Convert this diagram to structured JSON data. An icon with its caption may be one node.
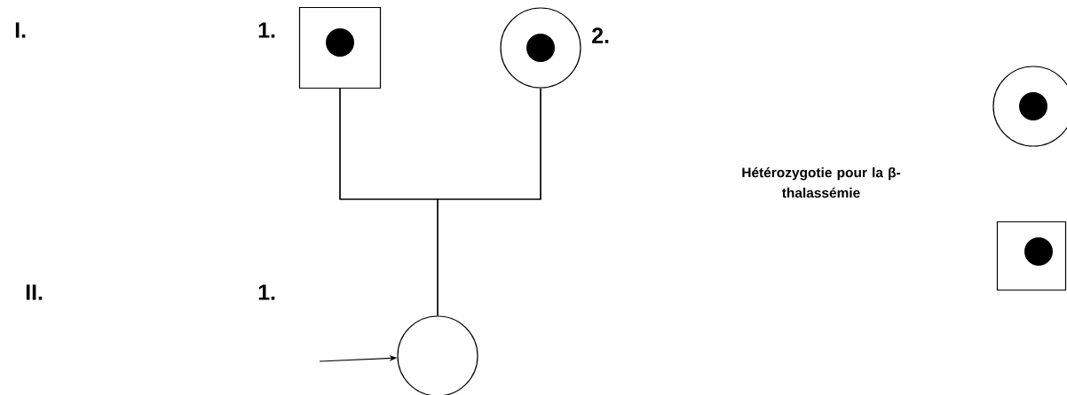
{
  "diagram": {
    "nodes": [
      {
        "text": [],
        "shape": "box",
        "beside": [
          "1."
        ]
      },
      {
        "text": [],
        "shape": "dot",
        "in": 0
      },
      {
        "text": [],
        "shape": "circle",
        "beside": [
          "2."
        ]
      },
      {
        "text": [],
        "shape": "dot",
        "in": 2
      },
      {
        "text": [],
        "shape": "circle"
      },
      {
        "text": [],
        "shape": "circle"
      },
      {
        "text": [],
        "shape": "dot",
        "in": 5
      },
      {
        "text": [],
        "shape": "box"
      },
      {
        "text": [],
        "shape": "dot",
        "in": 7
      }
    ],
    "edges": [
      {
        "from": 0,
        "to": 2,
        "arrow": "none"
      },
      {
        "from": 0,
        "to": 4,
        "arrow": "none"
      },
      {
        "from": 2,
        "to": 4,
        "arrow": "none"
      },
      {
        "from": null,
        "to": 4,
        "arrow": "to"
      }
    ],
    "labels": [
      "I.",
      "II.",
      "1."
    ],
    "legend": [
      {
        "text": "Hétérozygotie pour la β-thalassémie"
      }
    ]
  }
}
